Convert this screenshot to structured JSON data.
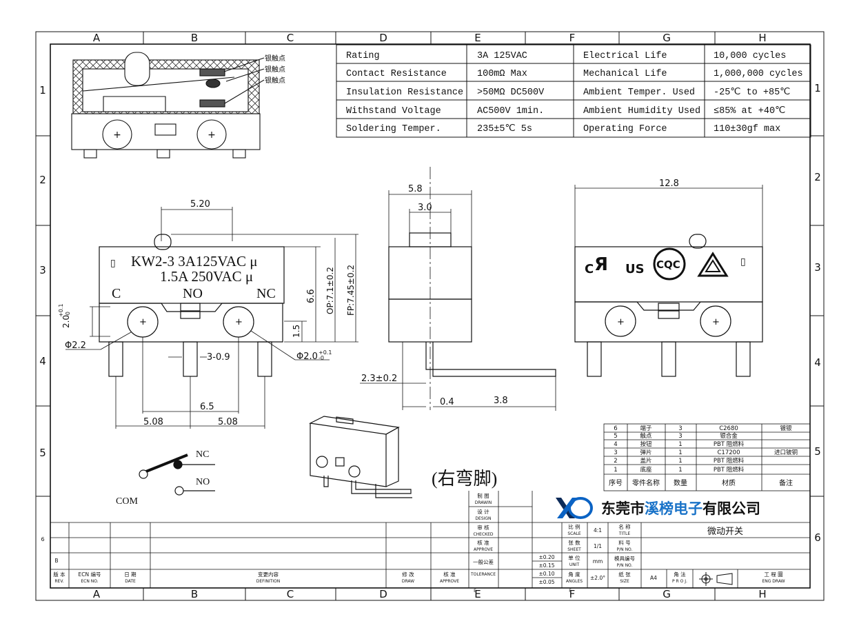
{
  "frame": {
    "columns_top": [
      "A",
      "B",
      "C",
      "D",
      "E",
      "F",
      "G",
      "H"
    ],
    "columns_bottom": [
      "A",
      "B",
      "C",
      "D",
      "E",
      "F",
      "G",
      "H"
    ],
    "rows_left": [
      "1",
      "2",
      "3",
      "4",
      "5",
      "6"
    ],
    "rows_right": [
      "1",
      "2",
      "3",
      "4",
      "5",
      "6"
    ]
  },
  "contact_labels": [
    "银触点",
    "银触点",
    "银触点"
  ],
  "specs": [
    {
      "label": "Rating",
      "value": "3A  125VAC",
      "label2": "Electrical Life",
      "value2": "10,000 cycles"
    },
    {
      "label": "Contact Resistance",
      "value": "100mΩ  Max",
      "label2": "Mechanical Life",
      "value2": "1,000,000 cycles"
    },
    {
      "label": "Insulation Resistance",
      "value": ">50MΩ  DC500V",
      "label2": "Ambient Temper. Used",
      "value2": "-25℃ to +85℃"
    },
    {
      "label": "Withstand Voltage",
      "value": "AC500V  1min.",
      "label2": "Ambient Humidity Used",
      "value2": "≤85% at +40℃"
    },
    {
      "label": "Soldering Temper.",
      "value": "235±5℃ 5s",
      "label2": "Operating Force",
      "value2": "110±30gf max"
    }
  ],
  "front_view": {
    "marking_line1": "KW2-3  3A125VAC μ",
    "marking_line2": "1.5A  250VAC μ",
    "terminal_c": "C",
    "terminal_no": "NO",
    "terminal_nc": "NC",
    "dim_top": "5.20",
    "dim_height1": "6.6",
    "dim_op": "OP:7.1±0.2",
    "dim_fp": "FP:7.45±0.2",
    "dim_left_hole": "2.0",
    "dim_left_hole_tol": "+0.1",
    "dim_left_hole_tol2": "-0",
    "dim_hole_dia": "Φ2.2",
    "dim_pin_pitch": "3-0.9",
    "dim_hole_right": "Φ2.0",
    "dim_hole_right_tol": "+0.1",
    "dim_hole_right_tol2": "-0",
    "dim_15": "1.5",
    "dim_65": "6.5",
    "dim_508a": "5.08",
    "dim_508b": "5.08"
  },
  "side_view": {
    "dim_58": "5.8",
    "dim_30": "3.0",
    "dim_23": "2.3±0.2",
    "dim_04": "0.4",
    "dim_38": "3.8"
  },
  "back_view": {
    "dim_128": "12.8",
    "cert_c": "C",
    "cert_us": "US",
    "cert_cqc": "CQC"
  },
  "schematic": {
    "nc": "NC",
    "no": "NO",
    "com": "COM"
  },
  "iso_caption": "(右弯脚)",
  "bom": {
    "rows": [
      {
        "no": "6",
        "name": "端子",
        "qty": "3",
        "material": "C2680",
        "note": "镀银"
      },
      {
        "no": "5",
        "name": "触点",
        "qty": "3",
        "material": "银合金",
        "note": ""
      },
      {
        "no": "4",
        "name": "按钮",
        "qty": "1",
        "material": "PBT  阻燃料",
        "note": ""
      },
      {
        "no": "3",
        "name": "弹片",
        "qty": "1",
        "material": "C17200",
        "note": "进口铍铜"
      },
      {
        "no": "2",
        "name": "盖片",
        "qty": "1",
        "material": "PBT  阻燃料",
        "note": ""
      },
      {
        "no": "1",
        "name": "底座",
        "qty": "1",
        "material": "PBT  阻燃料",
        "note": ""
      }
    ],
    "header": {
      "no": "序号",
      "name": "零件名称",
      "qty": "数量",
      "material": "材质",
      "note": "备注"
    }
  },
  "title_block": {
    "company": "东莞市溪榜电子有限公司",
    "company_pre": "东莞市",
    "company_hl": "溪榜电子",
    "company_post": "有限公司",
    "drawn": "制 图",
    "drawn_en": "DRAWIN",
    "design": "设 计",
    "design_en": "DESIGN",
    "check": "审 核",
    "check_en": "CHECKED",
    "approve": "核 准",
    "approve_en": "APPROVE",
    "general_tol": "一般公差",
    "tolerance": "TOLERANCE",
    "tol_values": [
      "±0.20",
      "±0.15",
      "±0.10",
      "±0.05"
    ],
    "scale": "比 例",
    "scale_en": "SCALE",
    "scale_val": "4:1",
    "sheet": "张 数",
    "sheet_en": "SHEET",
    "sheet_val": "1/1",
    "unit": "单 位",
    "unit_en": "UNIT",
    "unit_val": "mm",
    "angle": "角 度",
    "angle_en": "ANGLES",
    "angle_val": "±2.0°",
    "name": "名 称",
    "name_en": "TITLE",
    "title_val": "微动开关",
    "part": "料 号",
    "part_en": "P/N NO.",
    "mold": "模具编号",
    "mold_en": "P/N NO.",
    "paper": "纸 张",
    "paper_en": "SIZE",
    "paper_val": "A4",
    "proj": "角 法",
    "proj_en": "P R O J.",
    "eng": "工 程 圖",
    "eng_en": "ENG DRAW",
    "rev": "版 本",
    "rev_en": "REV.",
    "ecn": "ECN 编号",
    "ecn_en": "ECN NO.",
    "date": "日 期",
    "date_en": "DATE",
    "def": "变更内容",
    "def_en": "DEFINITION",
    "draw": "修 改",
    "draw_en": "DRAW",
    "appr": "核 准",
    "appr_en": "APPROVE",
    "rev_b": "B",
    "e_label": "E",
    "f_label": "F"
  },
  "colors": {
    "line": "#111111",
    "company_blue": "#1a73c8",
    "logo_blue": "#0b63c4",
    "logo_dark": "#0c2b59"
  }
}
